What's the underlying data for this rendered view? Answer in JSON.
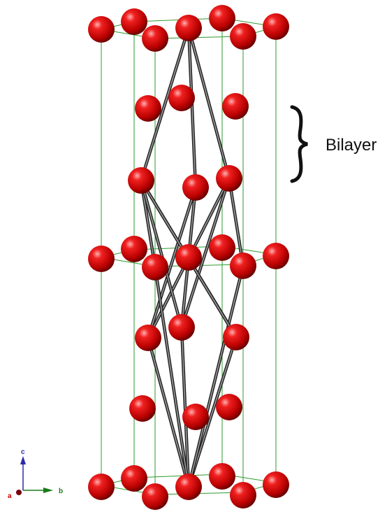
{
  "annotation": {
    "label": "Bilayer"
  },
  "axes": {
    "a": "a",
    "b": "b",
    "c": "c"
  },
  "colors": {
    "atom": "#d01010",
    "unit_cell_edge": "#2e9a2e",
    "bond": "#333333",
    "axis_a": "#cc0000",
    "axis_b": "#1a7a1a",
    "axis_c": "#2a2aaa"
  }
}
